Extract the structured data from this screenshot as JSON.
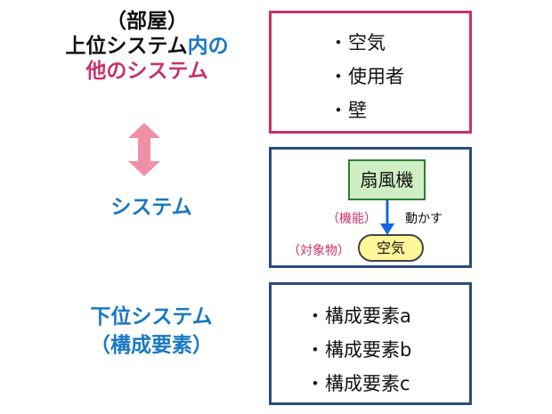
{
  "colors": {
    "accent_magenta": "#c8326b",
    "accent_blue": "#1a78c2",
    "accent_navy": "#2b4b80",
    "arrow_pink": "#f090a8",
    "arrow_blue": "#1464e6",
    "fan_fill": "#cfeec3",
    "air_fill": "#fff79a"
  },
  "left_labels": {
    "top_room": "（部屋）",
    "top_upper_system": "上位システム",
    "top_inner": "内の",
    "top_other_systems": "他のシステム",
    "system": "システム",
    "lower_system": "下位システム",
    "lower_elements": "（構成要素）"
  },
  "boxes": {
    "environment_items": [
      "空気",
      "使用者",
      "壁"
    ],
    "system_diagram": {
      "fan": "扇風機",
      "function_label": "（機能）",
      "action_label": "動かす",
      "object_label": "（対象物）",
      "object": "空気"
    },
    "component_items": [
      "構成要素a",
      "構成要素b",
      "構成要素c"
    ]
  },
  "bullet_symbol": "・",
  "icons": {
    "double_arrow": "double-headed-vertical-arrow-icon",
    "function_arrow": "down-arrow-icon"
  }
}
